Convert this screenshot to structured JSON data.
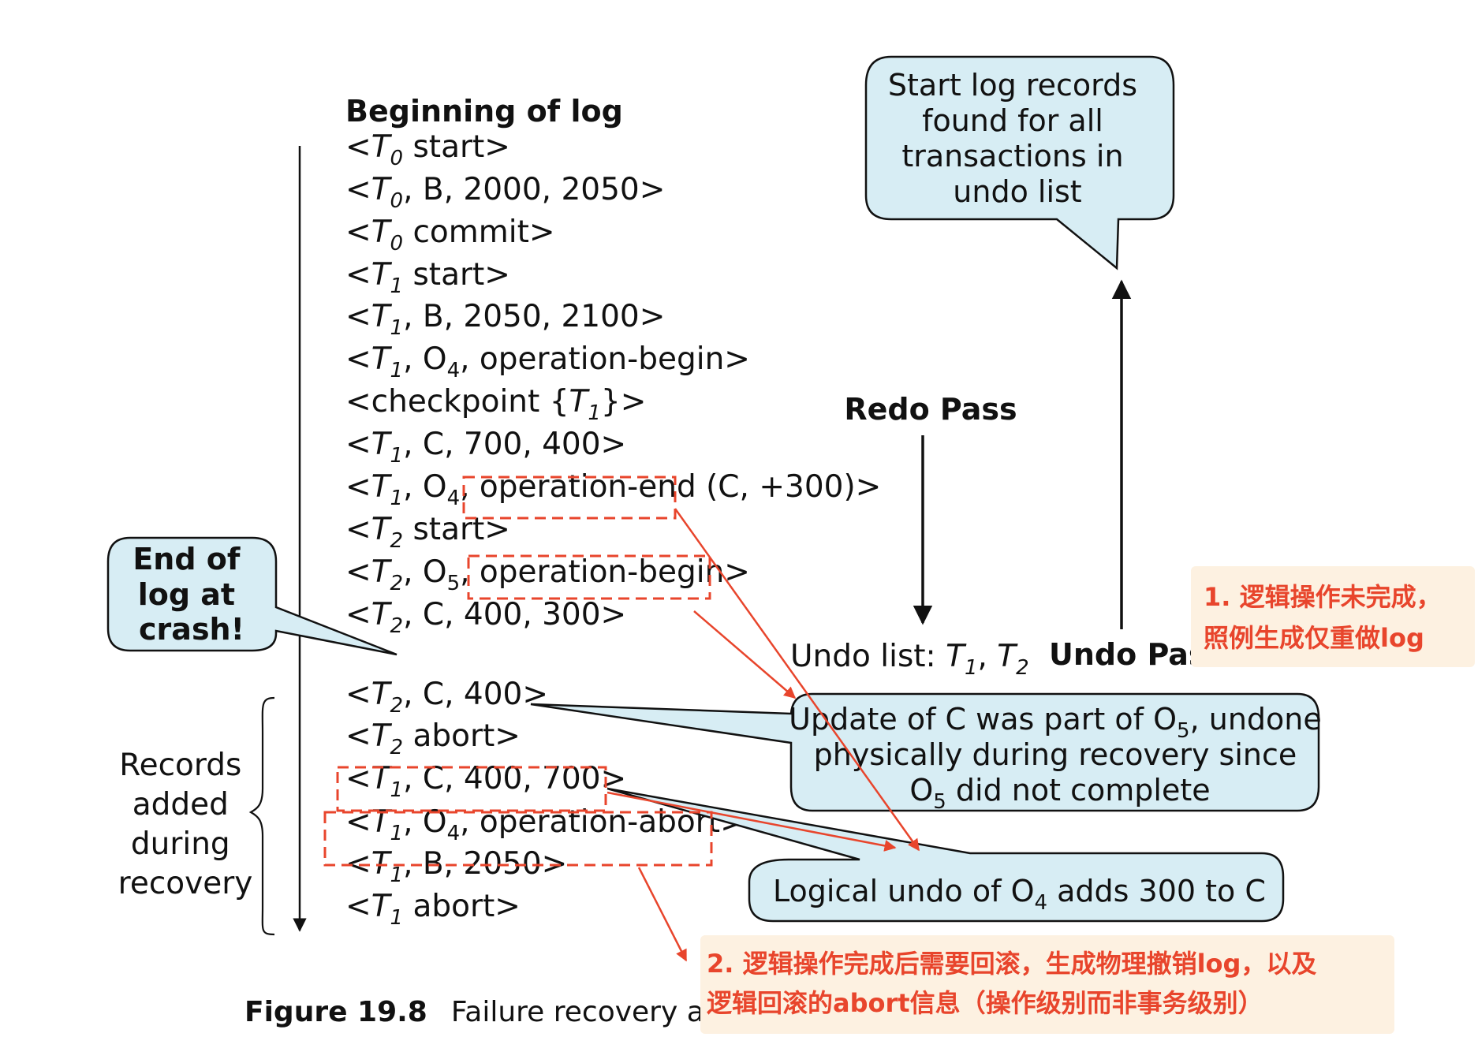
{
  "log": {
    "heading": "Beginning of log",
    "lines": [
      {
        "pre": "<",
        "t": "T",
        "sub": "0",
        "rest": " start>"
      },
      {
        "pre": "<",
        "t": "T",
        "sub": "0",
        "rest": ", B, 2000, 2050>"
      },
      {
        "pre": "<",
        "t": "T",
        "sub": "0",
        "rest": " commit>"
      },
      {
        "pre": "<",
        "t": "T",
        "sub": "1",
        "rest": " start>"
      },
      {
        "pre": "<",
        "t": "T",
        "sub": "1",
        "rest": ", B, 2050, 2100>"
      },
      {
        "pre": "<",
        "t": "T",
        "sub": "1",
        "rest": ", O",
        "sub2": "4",
        "rest2": ", operation-begin>"
      },
      {
        "pre": "<checkpoint {",
        "t": "T",
        "sub": "1",
        "rest": "}>"
      },
      {
        "pre": "<",
        "t": "T",
        "sub": "1",
        "rest": ", C, 700, 400>"
      },
      {
        "pre": "<",
        "t": "T",
        "sub": "1",
        "rest": ", O",
        "sub2": "4",
        "rest2": ", operation-end (C, +300)>"
      },
      {
        "pre": "<",
        "t": "T",
        "sub": "2",
        "rest": " start>"
      },
      {
        "pre": "<",
        "t": "T",
        "sub": "2",
        "rest": ", O",
        "sub2": "5",
        "rest2": ", operation-begin>"
      },
      {
        "pre": "<",
        "t": "T",
        "sub": "2",
        "rest": ", C, 400, 300>"
      },
      {
        "pre": "<",
        "t": "T",
        "sub": "2",
        "rest": ", C, 400>"
      },
      {
        "pre": "<",
        "t": "T",
        "sub": "2",
        "rest": " abort>"
      },
      {
        "pre": "<",
        "t": "T",
        "sub": "1",
        "rest": ", C, 400, 700>"
      },
      {
        "pre": "<",
        "t": "T",
        "sub": "1",
        "rest": ", O",
        "sub2": "4",
        "rest2": ", operation-abort>"
      },
      {
        "pre": "<",
        "t": "T",
        "sub": "1",
        "rest": ", B, 2050>"
      },
      {
        "pre": "<",
        "t": "T",
        "sub": "1",
        "rest": " abort>"
      }
    ]
  },
  "recovery_label": [
    "Records",
    "added",
    "during",
    "recovery"
  ],
  "end_of_log_callout": [
    "End of",
    "log at",
    "crash!"
  ],
  "start_records_callout": [
    "Start log records",
    "found for all",
    "transactions in",
    "undo list"
  ],
  "redo_pass": "Redo Pass",
  "undo_pass": "Undo Pass",
  "undo_list": {
    "label": "Undo list: ",
    "t": "T",
    "s1": "1",
    "sep": ", ",
    "s2": "2"
  },
  "update_callout": {
    "line1_pre": "Update of C was part of O",
    "line1_sub": "5",
    "line1_post": ", undone",
    "line2": "physically during recovery since",
    "line3_pre": "O",
    "line3_sub": "5",
    "line3_post": " did not complete"
  },
  "logical_callout": {
    "pre": "Logical undo of O",
    "sub": "4",
    "post": " adds 300 to C"
  },
  "note1": [
    "1. 逻辑操作未完成，",
    "照例生成仅重做log"
  ],
  "note2": [
    "2. 逻辑操作完成后需要回滚，生成物理撤销log，以及",
    "逻辑回滚的abort信息（操作级别而非事务级别）"
  ],
  "caption": {
    "number": "Figure 19.8",
    "text": "Failure recovery act"
  },
  "colors": {
    "bubble": "#d7edf4",
    "annotation_red": "#e8452c",
    "note_bg": "#fdf1e1"
  }
}
